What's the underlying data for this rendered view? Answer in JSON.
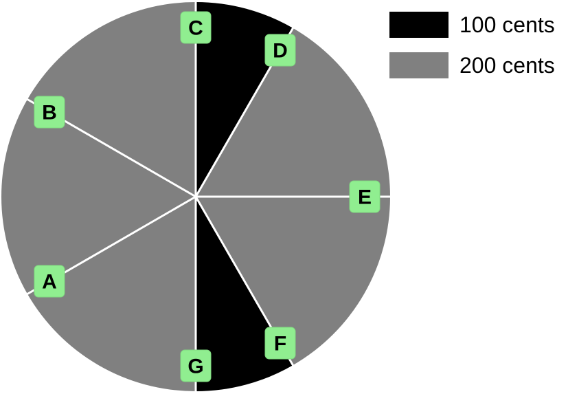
{
  "notes": [
    {
      "label": "C",
      "cents": 100
    },
    {
      "label": "D",
      "cents": 200
    },
    {
      "label": "E",
      "cents": 200
    },
    {
      "label": "F",
      "cents": 100
    },
    {
      "label": "G",
      "cents": 200
    },
    {
      "label": "A",
      "cents": 200
    },
    {
      "label": "B",
      "cents": 200
    }
  ],
  "legend": [
    {
      "label": "100 cents",
      "color": "#000000"
    },
    {
      "label": "200 cents",
      "color": "#808080"
    }
  ],
  "colors": {
    "small_step": "#000000",
    "large_step": "#808080",
    "divider": "#ffffff",
    "label_bg": "#90ee90",
    "label_border": "#7fd97f",
    "label_text": "#000000"
  }
}
